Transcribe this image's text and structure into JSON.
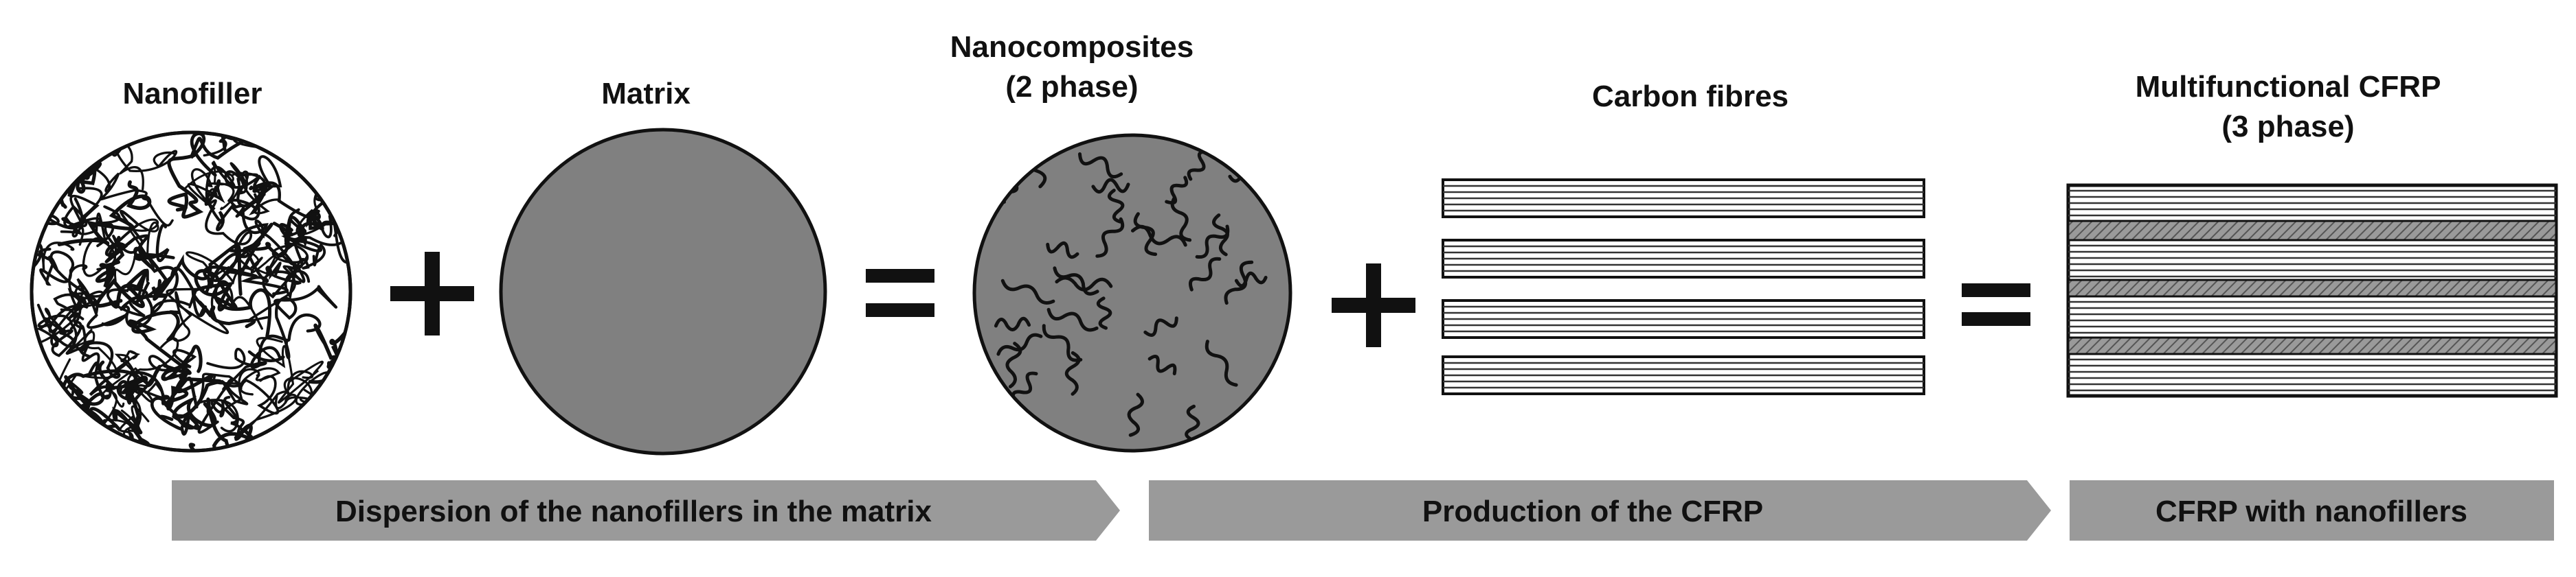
{
  "labels": {
    "nanofiller": "Nanofiller",
    "matrix": "Matrix",
    "nanocomposites_line1": "Nanocomposites",
    "nanocomposites_line2": "(2 phase)",
    "carbon_fibres": "Carbon fibres",
    "cfrp_line1": "Multifunctional CFRP",
    "cfrp_line2": "(3 phase)"
  },
  "operators": {
    "plus": "+",
    "equals": "="
  },
  "stages": {
    "stage1": "Dispersion of the nanofillers in the matrix",
    "stage2": "Production of the CFRP",
    "stage3": "CFRP with nanofillers"
  },
  "colors": {
    "matrix_fill": "#808080",
    "arrow_fill": "#9a9a9a",
    "fibre_line": "#333333",
    "outline": "#111111"
  }
}
